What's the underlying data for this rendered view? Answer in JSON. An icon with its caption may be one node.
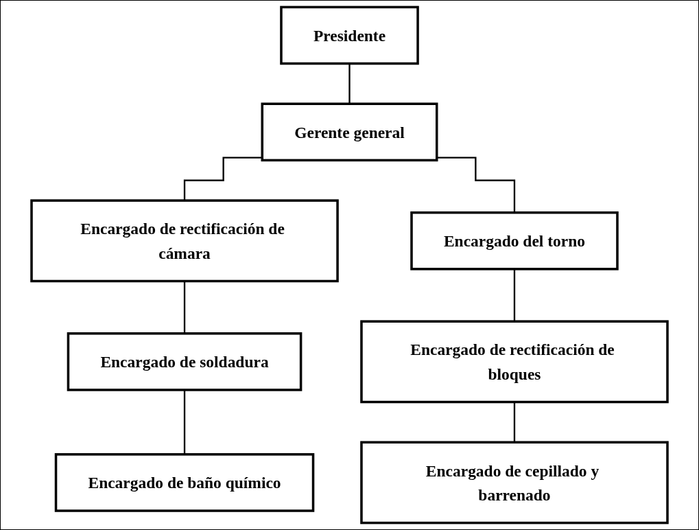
{
  "diagram": {
    "nodes": [
      {
        "text": [
          "Presidente"
        ]
      },
      {
        "text": [
          "Gerente general"
        ]
      },
      {
        "text": [
          "Encargado de rectificación de cámara"
        ]
      },
      {
        "text": [
          "Encargado del torno"
        ]
      },
      {
        "text": [
          "Encargado de soldadura"
        ]
      },
      {
        "text": [
          "Encargado de rectificación de bloques"
        ]
      },
      {
        "text": [
          "Encargado de baño químico"
        ]
      },
      {
        "text": [
          "Encargado de cepillado y barrenado"
        ]
      }
    ],
    "edges": [
      {
        "from": 0,
        "to": 1,
        "arrow": "none"
      },
      {
        "from": 1,
        "to": 2,
        "arrow": "none"
      },
      {
        "from": 1,
        "to": 3,
        "arrow": "none"
      },
      {
        "from": 2,
        "to": 4,
        "arrow": "none"
      },
      {
        "from": 3,
        "to": 5,
        "arrow": "none"
      },
      {
        "from": 4,
        "to": 6,
        "arrow": "none"
      },
      {
        "from": 5,
        "to": 7,
        "arrow": "none"
      }
    ]
  }
}
